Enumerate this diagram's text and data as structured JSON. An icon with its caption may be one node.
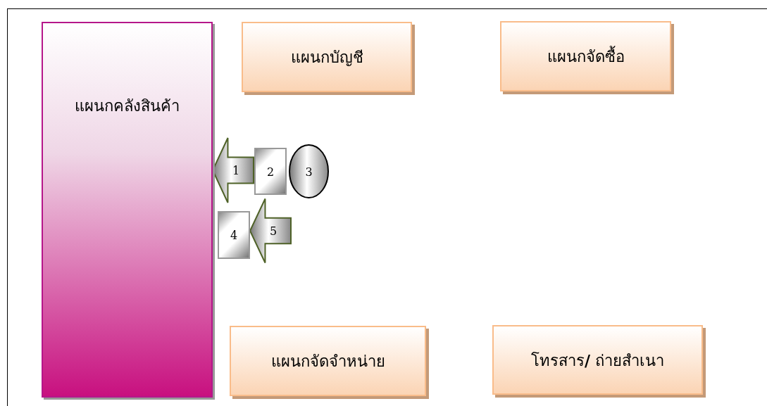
{
  "diagram": {
    "nodes": [
      {
        "text": [
          "แผนกคลังสินค้า"
        ]
      },
      {
        "text": [
          "แผนกบัญชี"
        ]
      },
      {
        "text": [
          "แผนกจัดซื้อ"
        ]
      },
      {
        "text": [
          "2"
        ]
      },
      {
        "text": [
          "3"
        ]
      },
      {
        "text": [
          "4"
        ]
      },
      {
        "text": [
          "แผนกจัดจำหน่าย"
        ]
      },
      {
        "text": [
          "โทรสาร**/** ถ่ายสำเนา"
        ]
      }
    ],
    "edges": [
      {
        "from": 3,
        "to": 0,
        "arrow": "to",
        "label": "1",
        "style": "thick"
      },
      {
        "from": null,
        "to": 5,
        "arrow": "to",
        "label": "5",
        "style": "thick"
      }
    ]
  }
}
